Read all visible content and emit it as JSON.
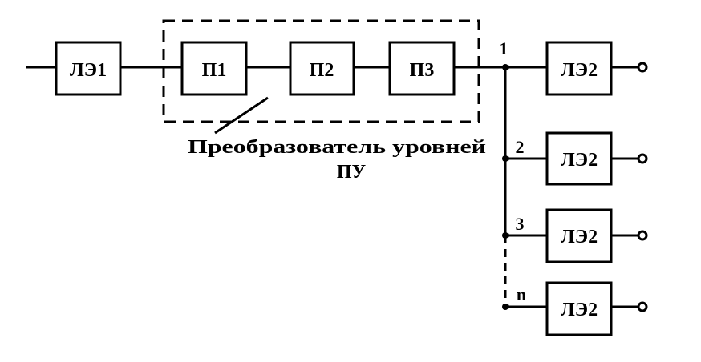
{
  "blocks": {
    "le1": "ЛЭ1",
    "p1": "П1",
    "p2": "П2",
    "p3": "П3",
    "le2": "ЛЭ2"
  },
  "converter_label": "Преобразователь уровней",
  "converter_abbr": "ПУ",
  "branches": [
    "1",
    "2",
    "3",
    "n"
  ]
}
